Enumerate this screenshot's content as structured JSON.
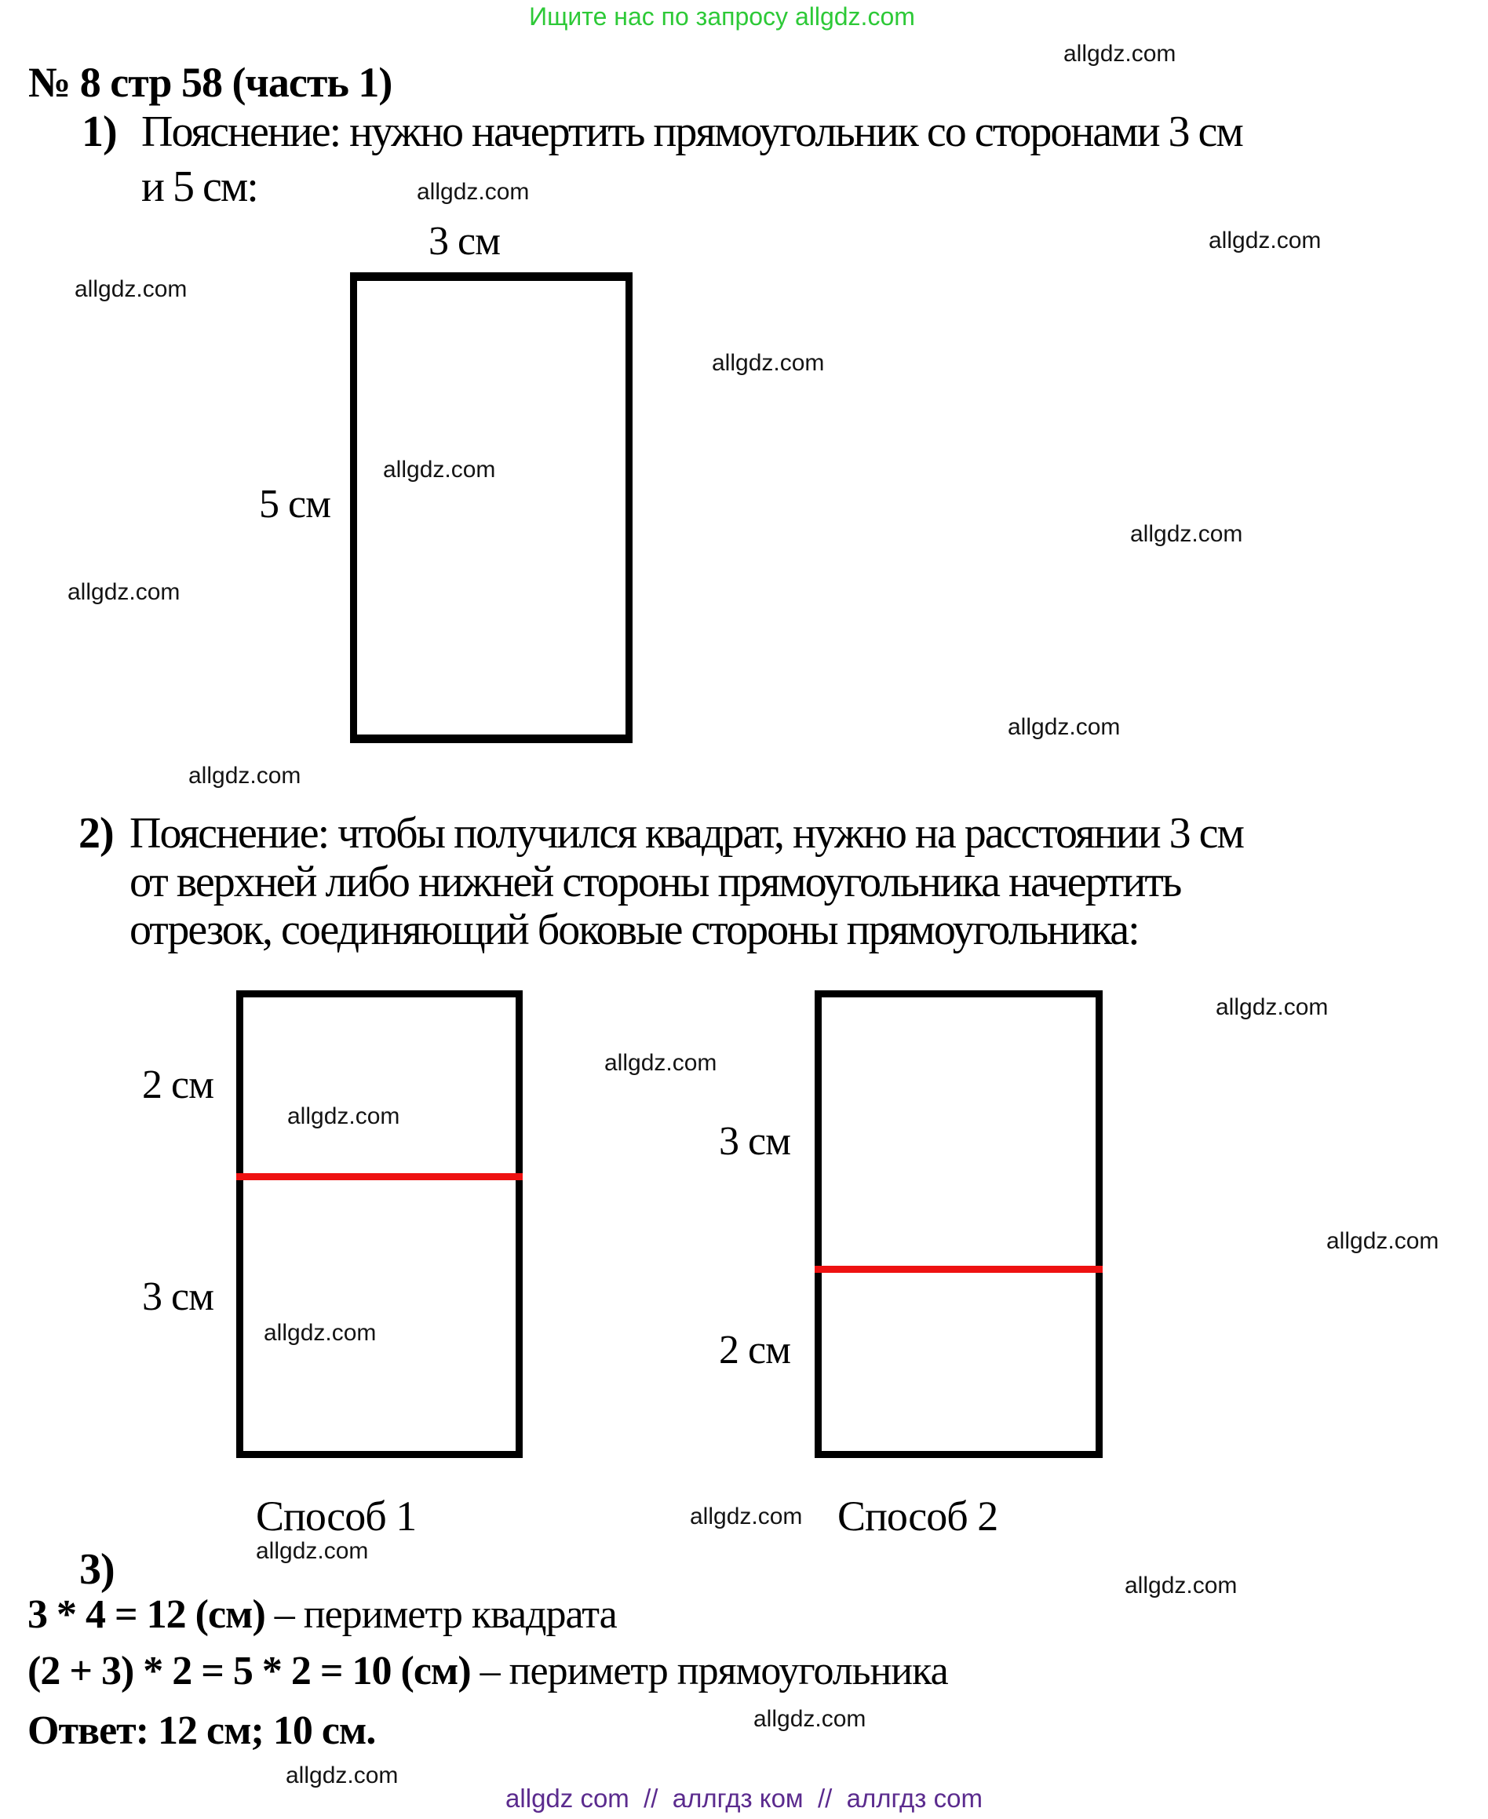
{
  "header": {
    "promo": "Ищите нас по запросу allgdz.com"
  },
  "watermark": "allgdz.com",
  "title": "№ 8 стр 58 (часть 1)",
  "section1": {
    "num": "1)",
    "line1": "Пояснение: нужно начертить прямоугольник со сторонами 3 см",
    "line2": "и 5 см:",
    "figure": {
      "top_label": "3 см",
      "left_label": "5 см"
    }
  },
  "section2": {
    "num": "2)",
    "line1": "Пояснение: чтобы получился квадрат, нужно на расстоянии 3 см",
    "line2": "от верхней либо нижней стороны прямоугольника начертить",
    "line3": "отрезок, соединяющий боковые стороны прямоугольника:",
    "method1": {
      "upper_label": "2 см",
      "lower_label": "3 см",
      "caption": "Способ 1"
    },
    "method2": {
      "upper_label": "3 см",
      "lower_label": "2 см",
      "caption": "Способ 2"
    }
  },
  "section3": {
    "num": "3)",
    "eq1_bold": "3 * 4 = 12 (см)",
    "eq1_rest": " – периметр квадрата",
    "eq2_bold": "(2 + 3) * 2 = 5 * 2 = 10 (см)",
    "eq2_rest": " – периметр прямоугольника",
    "answer": "Ответ: 12 см; 10 см."
  },
  "footer": {
    "text": "allgdz com  //  аллгдз ком  //  аллгдз com"
  },
  "colors": {
    "green": "#2dc937",
    "red": "#ee1111",
    "purple": "#5b2b8e"
  }
}
